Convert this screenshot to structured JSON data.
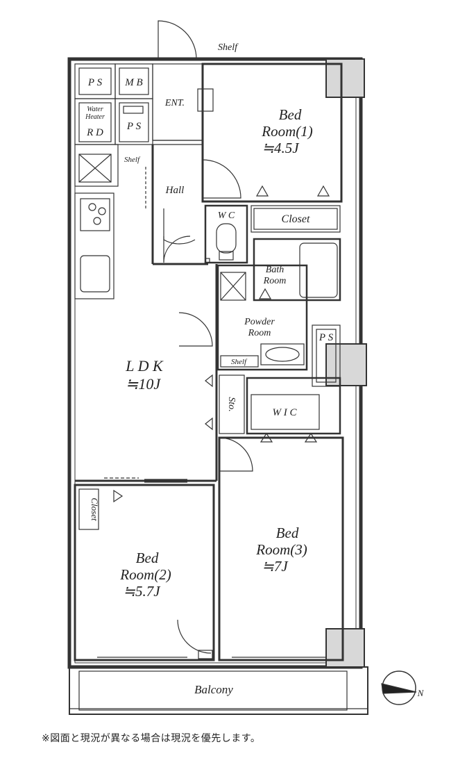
{
  "labels": {
    "ps_top": "P S",
    "mb": "M B",
    "water_heater_1": "Water",
    "water_heater_2": "Heater",
    "rd": "R D",
    "ps_ent": "P S",
    "shelf_ent": "Shelf",
    "ent": "ENT.",
    "shelf_kitchen": "Shelf",
    "hall": "Hall",
    "bed1_line1": "Bed",
    "bed1_line2": "Room(1)",
    "bed1_area": "≒4.5J",
    "wc": "W C",
    "closet1": "Closet",
    "bath_line1": "Bath",
    "bath_line2": "Room",
    "powder_line1": "Powder",
    "powder_line2": "Room",
    "shelf_powder": "Shelf",
    "ps_right": "P S",
    "ldk": "L D K",
    "ldk_area": "≒10J",
    "sto": "Sto.",
    "wic": "W I C",
    "closet2": "Closet",
    "bed2_line1": "Bed",
    "bed2_line2": "Room(2)",
    "bed2_area": "≒5.7J",
    "bed3_line1": "Bed",
    "bed3_line2": "Room(3)",
    "bed3_area": "≒7J",
    "balcony": "Balcony",
    "compass_n": "N"
  },
  "footnote": "※図面と現況が異なる場合は現況を優先します。"
}
